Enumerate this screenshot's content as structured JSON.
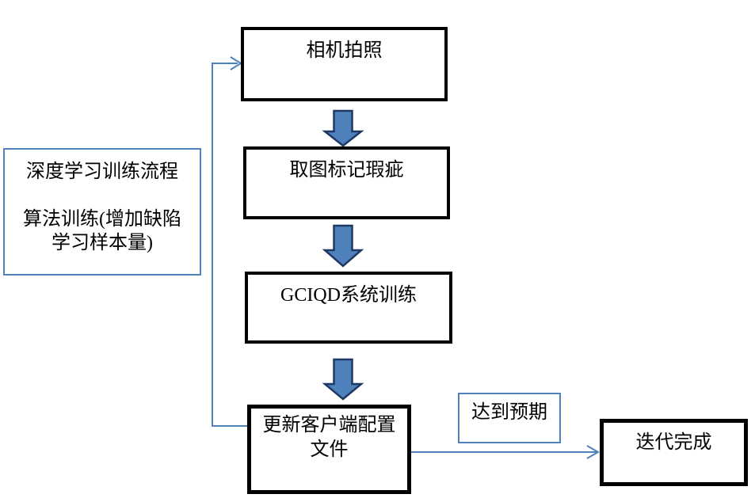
{
  "diagram": {
    "type": "flowchart",
    "background": "#ffffff",
    "nodes": {
      "camera": {
        "label": "相机拍照"
      },
      "mark": {
        "label": "取图标记瑕疵"
      },
      "gciqd": {
        "label": "GCIQD系统训练"
      },
      "update": {
        "label": "更新客户端配置\n文件"
      },
      "done": {
        "label": "迭代完成"
      },
      "process_note": {
        "label": "深度学习训练流程\n\n算法训练(增加缺陷\n学习样本量)"
      }
    },
    "edges": [
      {
        "from": "camera",
        "to": "mark",
        "style": "block-arrow-down",
        "label": ""
      },
      {
        "from": "mark",
        "to": "gciqd",
        "style": "block-arrow-down",
        "label": ""
      },
      {
        "from": "gciqd",
        "to": "update",
        "style": "block-arrow-down",
        "label": ""
      },
      {
        "from": "update",
        "to": "camera",
        "style": "thin-elbow-feedback",
        "label": ""
      },
      {
        "from": "update",
        "to": "done",
        "style": "thin-straight",
        "label": "达到预期"
      }
    ],
    "colors": {
      "node_border": "#000000",
      "blue_border": "#4f81bd",
      "connector_line": "#4f81bd",
      "block_arrow_fill": "#4f81bd",
      "block_arrow_stroke": "#1f3864",
      "text": "#000000",
      "background": "#ffffff"
    }
  }
}
